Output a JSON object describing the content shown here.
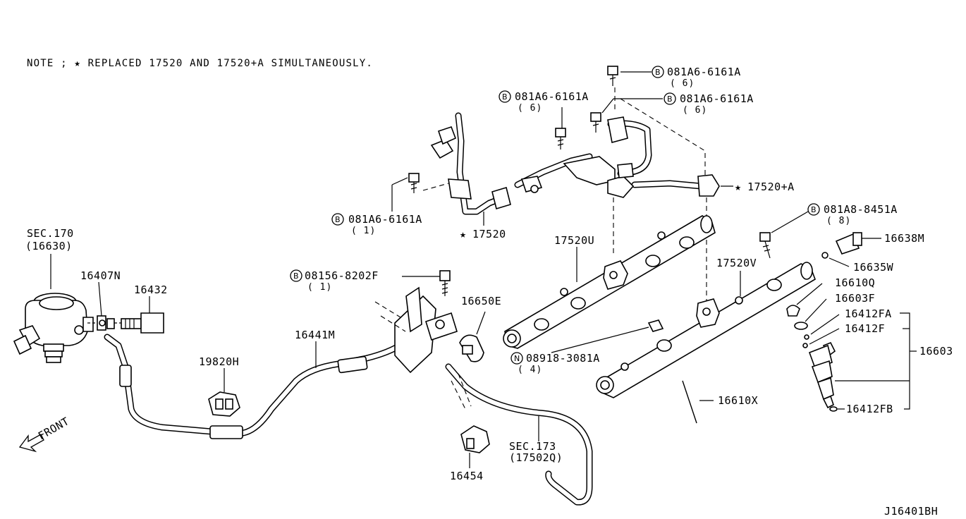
{
  "note": "NOTE ; ★ REPLACED 17520 AND 17520+A SIMULTANEOUSLY.",
  "diagram_code": "J16401BH",
  "front_label": "FRONT",
  "star_symbol": "★",
  "labels": {
    "sec170": "SEC.170",
    "sec170_sub": "(16630)",
    "p16407n": "16407N",
    "p16432": "16432",
    "p19820h": "19820H",
    "p16441m": "16441M",
    "b_08156": "08156-8202F",
    "b_08156_qty": "( 1)",
    "p16650e": "16650E",
    "sec173": "SEC.173",
    "sec173_sub": "(17502Q)",
    "p16454": "16454",
    "b_left": "081A6-6161A",
    "b_left_qty": "( 1)",
    "p17520": "17520",
    "b_midtop": "081A6-6161A",
    "b_midtop_qty": "( 6)",
    "b_top": "081A6-6161A",
    "b_top_qty": "( 6)",
    "b_right": "081A6-6161A",
    "b_right_qty": "( 6)",
    "p17520a": "17520+A",
    "p17520u": "17520U",
    "p17520v": "17520V",
    "n_08918": "08918-3081A",
    "n_08918_qty": "( 4)",
    "p16610x": "16610X",
    "b_081a8": "081A8-8451A",
    "b_081a8_qty": "( 8)",
    "p16638m": "16638M",
    "p16635w": "16635W",
    "p16610q": "16610Q",
    "p16603f": "16603F",
    "p16412fa": "16412FA",
    "p16412f": "16412F",
    "p16412fb": "16412FB",
    "p16603": "16603",
    "circle_b": "B",
    "circle_n": "N"
  }
}
